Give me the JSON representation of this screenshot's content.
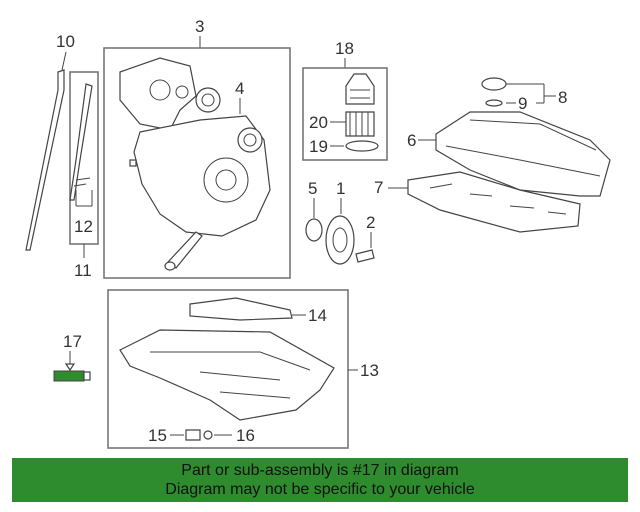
{
  "callouts": {
    "c1": "1",
    "c2": "2",
    "c3": "3",
    "c4": "4",
    "c5": "5",
    "c6": "6",
    "c7": "7",
    "c8": "8",
    "c9": "9",
    "c10": "10",
    "c11": "11",
    "c12": "12",
    "c13": "13",
    "c14": "14",
    "c15": "15",
    "c16": "16",
    "c17": "17",
    "c18": "18",
    "c19": "19",
    "c20": "20"
  },
  "highlight": {
    "part": "17",
    "color": "#2e8b2e"
  },
  "banner": {
    "line1": "Part or sub-assembly is #17 in diagram",
    "line2": "Diagram may not be specific to your vehicle",
    "color": "#2e8b2e"
  }
}
